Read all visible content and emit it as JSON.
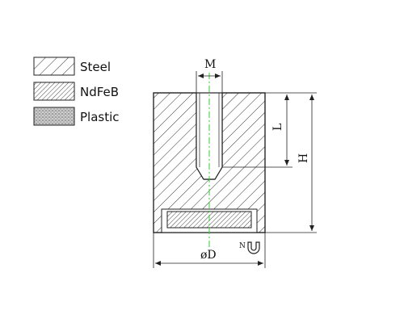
{
  "legend": {
    "items": [
      {
        "key": "steel",
        "label": "Steel"
      },
      {
        "key": "ndfeb",
        "label": "NdFeB"
      },
      {
        "key": "plastic",
        "label": "Plastic"
      }
    ]
  },
  "dimensions": {
    "thread": "M",
    "thread_depth": "L",
    "height": "H",
    "diameter": "øD"
  },
  "pole_mark": {
    "label": "N"
  },
  "colors": {
    "line": "#222222",
    "centerline": "#33cc33",
    "background": "#ffffff"
  }
}
